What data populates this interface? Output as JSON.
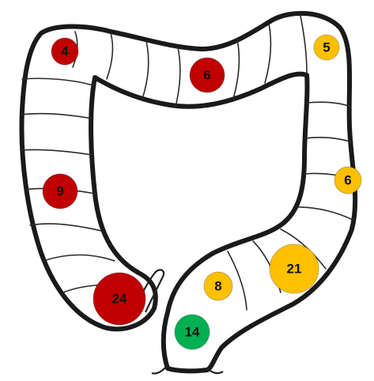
{
  "colors": {
    "red": "#c00000",
    "amber": "#ffc000",
    "green": "#00b050",
    "outline": "#1a1a1a"
  },
  "markers": [
    {
      "id": "marker-4",
      "label": "4",
      "color": "red"
    },
    {
      "id": "marker-6a",
      "label": "6",
      "color": "red"
    },
    {
      "id": "marker-5",
      "label": "5",
      "color": "amber"
    },
    {
      "id": "marker-9",
      "label": "9",
      "color": "red"
    },
    {
      "id": "marker-6b",
      "label": "6",
      "color": "amber"
    },
    {
      "id": "marker-21",
      "label": "21",
      "color": "amber"
    },
    {
      "id": "marker-8",
      "label": "8",
      "color": "amber"
    },
    {
      "id": "marker-24",
      "label": "24",
      "color": "red"
    },
    {
      "id": "marker-14",
      "label": "14",
      "color": "green"
    }
  ]
}
